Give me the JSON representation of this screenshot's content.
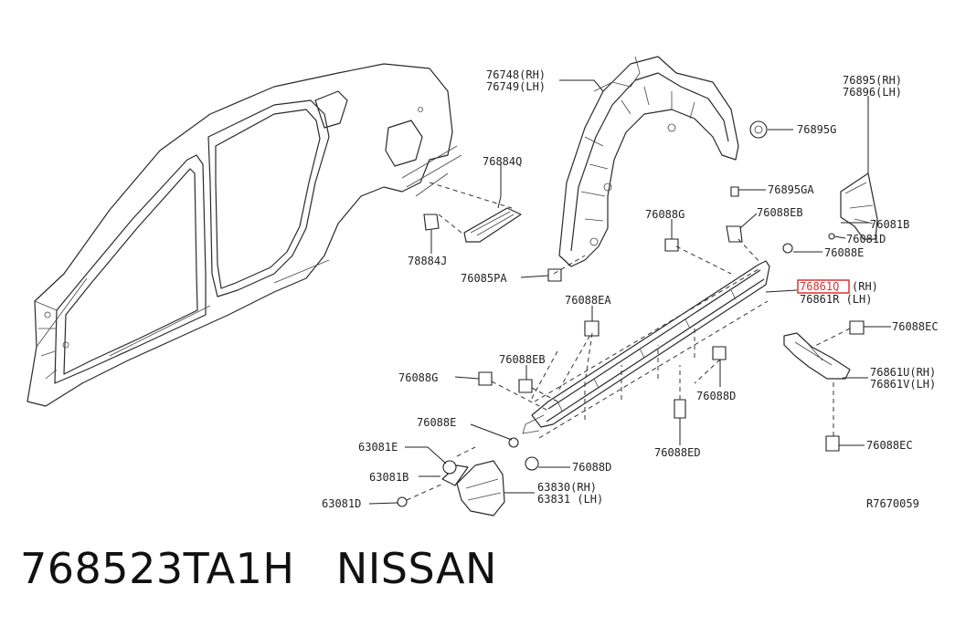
{
  "diagram_id": "R7670059",
  "caption": {
    "part_number": "768523TA1H",
    "brand": "NISSAN"
  },
  "highlight_color": "#e03030",
  "labels": {
    "l76748": "76748(RH)",
    "l76749": "76749(LH)",
    "l76895": "76895(RH)",
    "l76896": "76896(LH)",
    "l76895G": "76895G",
    "l76884Q": "76884Q",
    "l76895GA": "76895GA",
    "l76088G_top": "76088G",
    "l76088EB_top": "76088EB",
    "l76081B": "76081B",
    "l76081D": "76081D",
    "l76088E_top": "76088E",
    "l78884J": "78884J",
    "l76085PA": "76085PA",
    "l76861Q_code": "76861Q",
    "l76861Q_side": "(RH)",
    "l76861R": "76861R (LH)",
    "l76088EA": "76088EA",
    "l76088EC_top": "76088EC",
    "l76088EB_mid": "76088EB",
    "l76088G_mid": "76088G",
    "l76861U": "76861U(RH)",
    "l76861V": "76861V(LH)",
    "l76088D_right": "76088D",
    "l76088E_low": "76088E",
    "l63081E": "63081E",
    "l76088ED": "76088ED",
    "l76088EC_low": "76088EC",
    "l63081B": "63081B",
    "l76088D_low": "76088D",
    "l63830": "63830(RH)",
    "l63831": "63831 (LH)",
    "l63081D": "63081D"
  }
}
